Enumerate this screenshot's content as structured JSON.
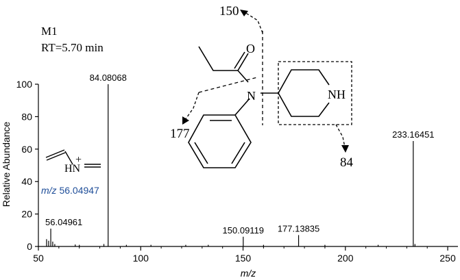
{
  "header": {
    "compound": "M1",
    "retention": "RT=5.70 min"
  },
  "chart_data": {
    "type": "bar",
    "xlabel": "m/z",
    "ylabel": "Relative Abundance",
    "xlim": [
      50,
      255
    ],
    "ylim": [
      0,
      100
    ],
    "xticks": [
      50,
      100,
      150,
      200,
      250
    ],
    "yticks": [
      0,
      20,
      40,
      60,
      80,
      100
    ],
    "peaks": [
      {
        "mz": 54.0,
        "abundance": 4.5
      },
      {
        "mz": 55.0,
        "abundance": 3.5
      },
      {
        "mz": 56.04961,
        "abundance": 11,
        "label": "56.04961"
      },
      {
        "mz": 57.0,
        "abundance": 3
      },
      {
        "mz": 58.0,
        "abundance": 1.5
      },
      {
        "mz": 68.0,
        "abundance": 1.2
      },
      {
        "mz": 70.0,
        "abundance": 1.0
      },
      {
        "mz": 82.0,
        "abundance": 1.5
      },
      {
        "mz": 84.08068,
        "abundance": 100,
        "label": "84.08068"
      },
      {
        "mz": 93.0,
        "abundance": 1.0
      },
      {
        "mz": 105.0,
        "abundance": 1.0
      },
      {
        "mz": 122.0,
        "abundance": 1.0
      },
      {
        "mz": 133.0,
        "abundance": 1.0
      },
      {
        "mz": 150.09119,
        "abundance": 6,
        "label": "150.09119"
      },
      {
        "mz": 160.0,
        "abundance": 1.0
      },
      {
        "mz": 177.13835,
        "abundance": 7,
        "label": "177.13835"
      },
      {
        "mz": 190.0,
        "abundance": 1.0
      },
      {
        "mz": 216.0,
        "abundance": 1.0
      },
      {
        "mz": 233.16451,
        "abundance": 65,
        "label": "233.16451"
      },
      {
        "mz": 234.0,
        "abundance": 1.5
      }
    ]
  },
  "structure": {
    "oxygen": "O",
    "nitrogen": "N",
    "amine": "NH",
    "fragments": [
      "150",
      "177",
      "84"
    ]
  },
  "ion": {
    "charge": "+",
    "nitrogen": "HN",
    "mz_prefix": "m/z",
    "mz_value": "56.04947",
    "color": "#1f4e99"
  }
}
